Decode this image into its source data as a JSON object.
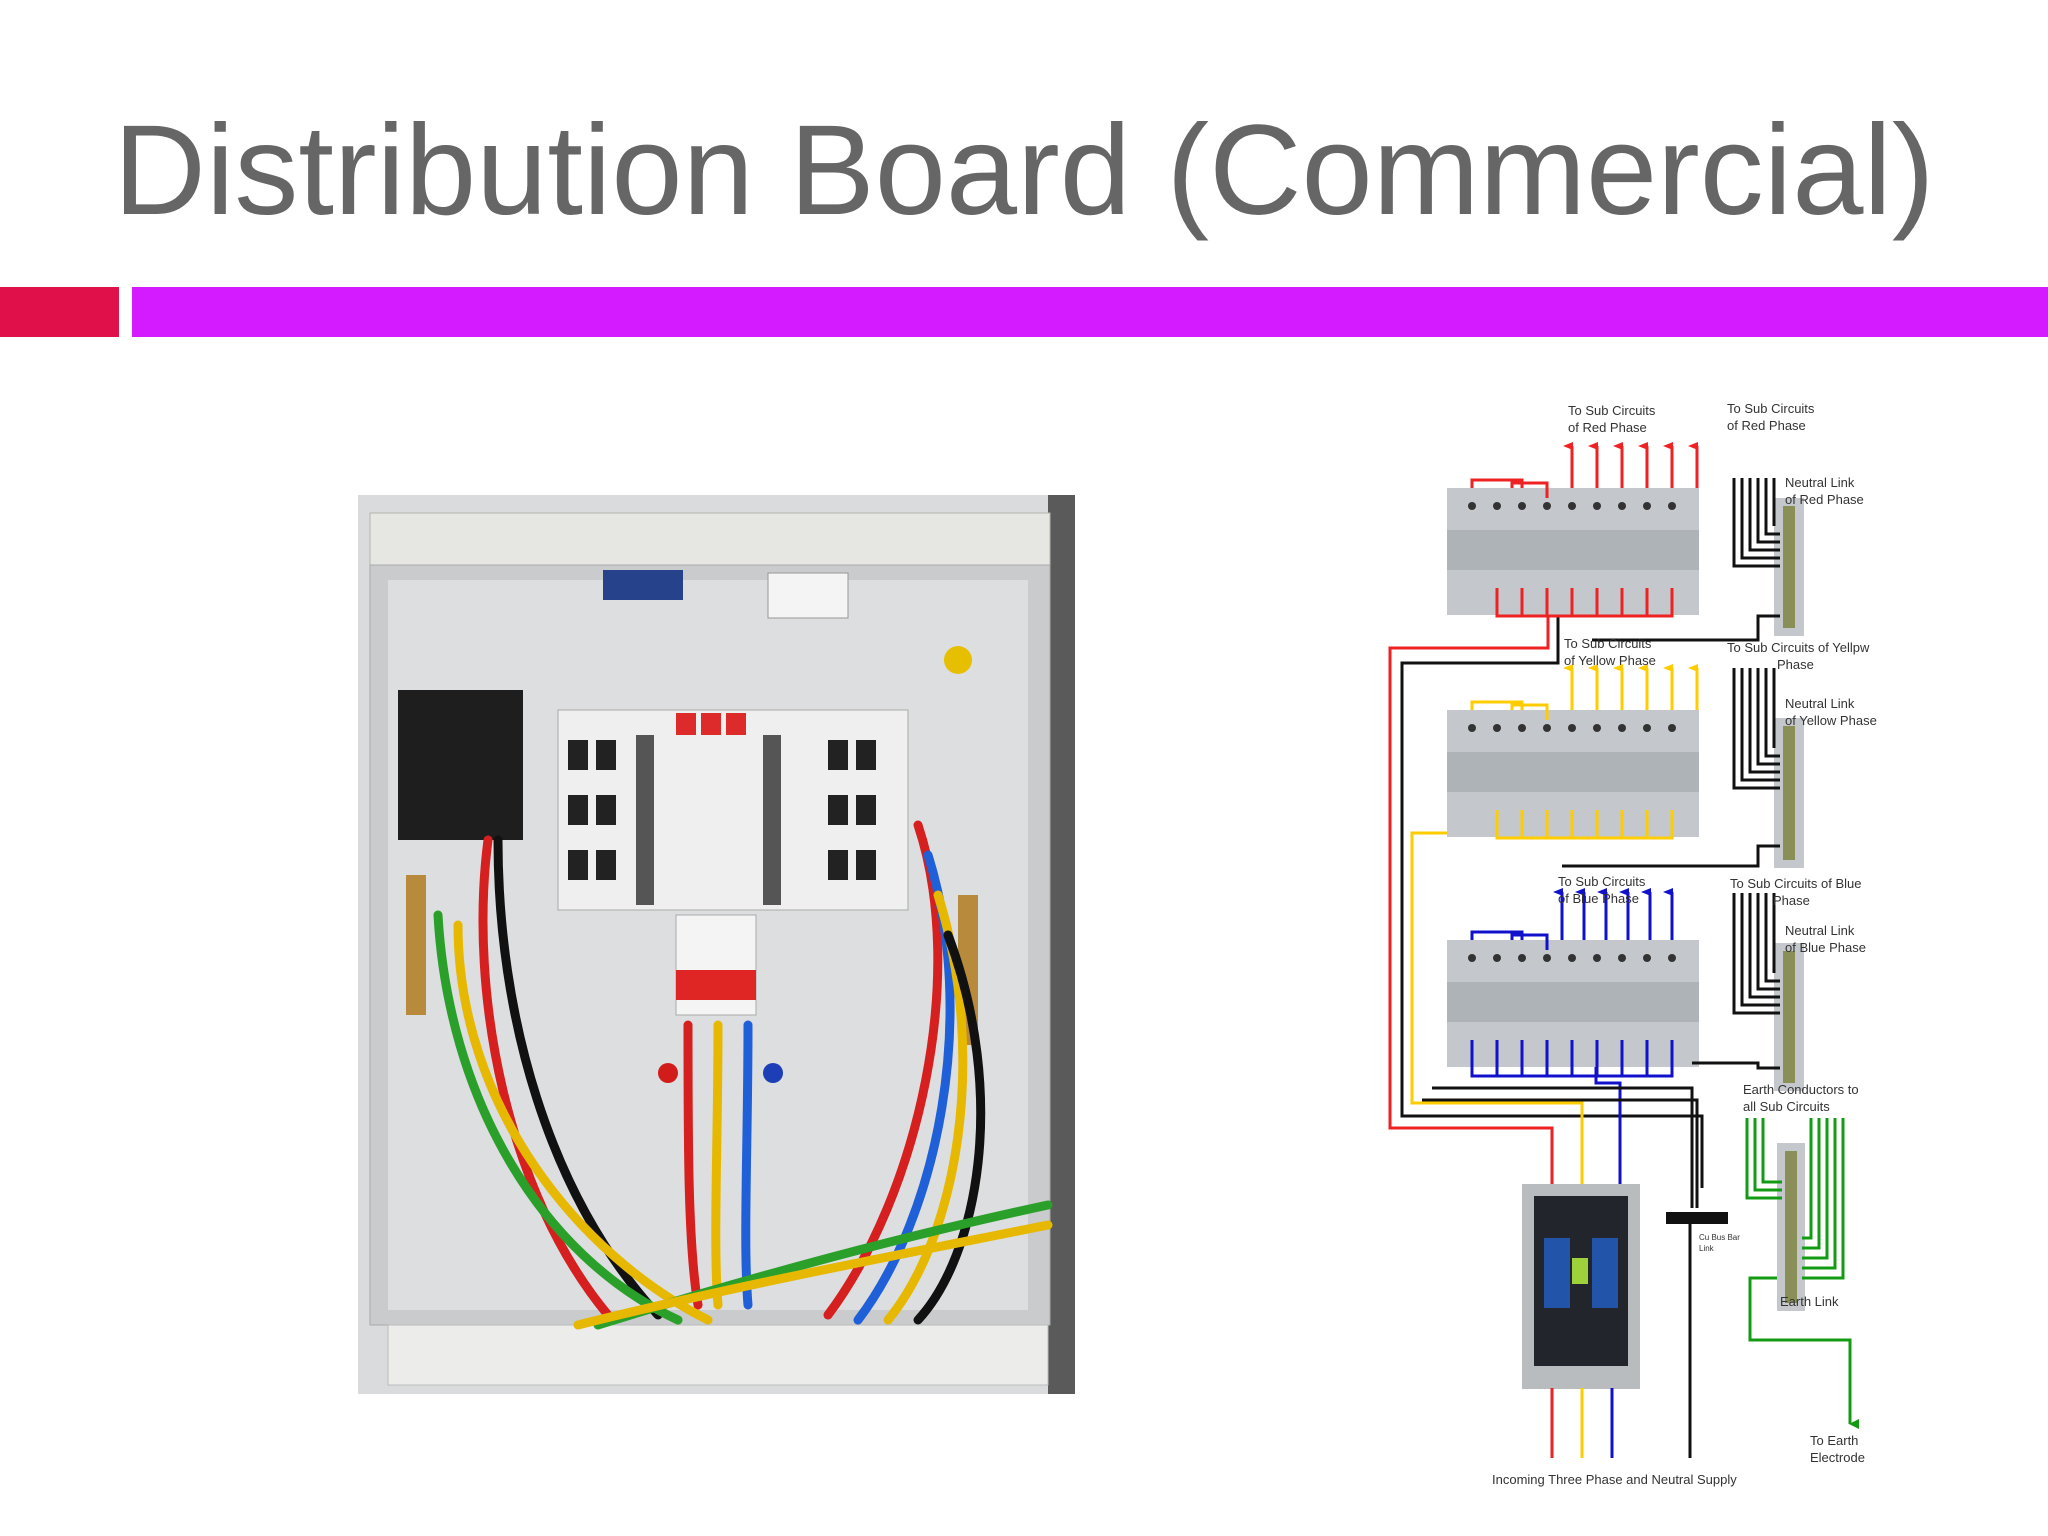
{
  "slide": {
    "title": "Distribution Board (Commercial)",
    "accent_red": "#e0104a",
    "accent_magenta": "#d41bff",
    "title_color": "#666666"
  },
  "diagram": {
    "red_subcircuits_1": [
      "To Sub Circuits",
      "of Red Phase"
    ],
    "red_subcircuits_2": [
      "To Sub Circuits",
      "of Red Phase"
    ],
    "neutral_red": [
      "Neutral Link",
      "of Red Phase"
    ],
    "yellow_subcircuits_1": [
      "To Sub Circuits",
      "of Yellow Phase"
    ],
    "yellow_subcircuits_2": [
      "To Sub Circuits of Yellpw",
      "Phase"
    ],
    "neutral_yellow": [
      "Neutral Link",
      "of Yellow Phase"
    ],
    "blue_subcircuits_1": [
      "To Sub Circuits",
      "of Blue Phase"
    ],
    "blue_subcircuits_2": [
      "To Sub Circuits of Blue",
      "Phase"
    ],
    "neutral_blue": [
      "Neutral Link",
      "of Blue Phase"
    ],
    "earth_conductors": [
      "Earth Conductors to",
      "all Sub Circuits"
    ],
    "busbar": [
      "Cu Bus Bar",
      "Link"
    ],
    "earth_link": "Earth Link",
    "earth_electrode": [
      "To Earth",
      "Electrode"
    ],
    "incoming": "Incoming Three Phase and Neutral Supply",
    "colors": {
      "red": "#ee2222",
      "yellow": "#ffcc00",
      "blue": "#1111cc",
      "green": "#139c13",
      "black": "#111111"
    }
  },
  "photo": {
    "icon": "distribution-board-photo"
  }
}
